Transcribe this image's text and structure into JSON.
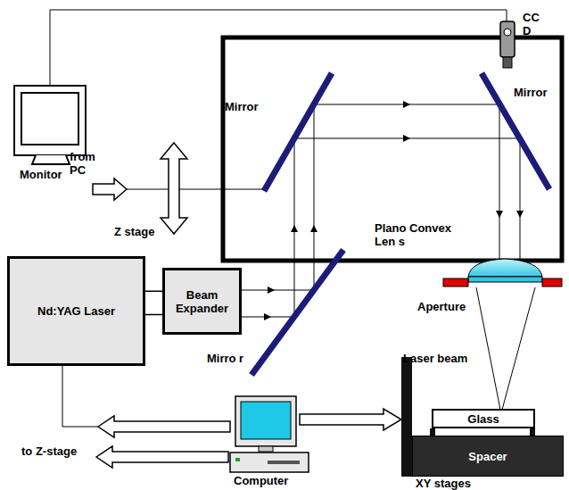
{
  "diagram": {
    "nodes": [
      {
        "text": [
          "Nd:YAG Laser"
        ]
      },
      {
        "text": [
          "Beam Expander"
        ]
      },
      {
        "text": [
          "Glass"
        ]
      },
      {
        "text": [
          "Spacer"
        ]
      }
    ],
    "edges": [
      {
        "from": 0,
        "to": 1,
        "arrow": "none"
      }
    ],
    "labels": [
      "Monitor",
      "from PC",
      "Z stage",
      "Mirror",
      "Mirror",
      "CC D",
      "Plano Convex Len s",
      "Aperture",
      "Laser beam",
      "Mirro r",
      "to Z-stage",
      "Computer",
      "XY stages"
    ]
  }
}
